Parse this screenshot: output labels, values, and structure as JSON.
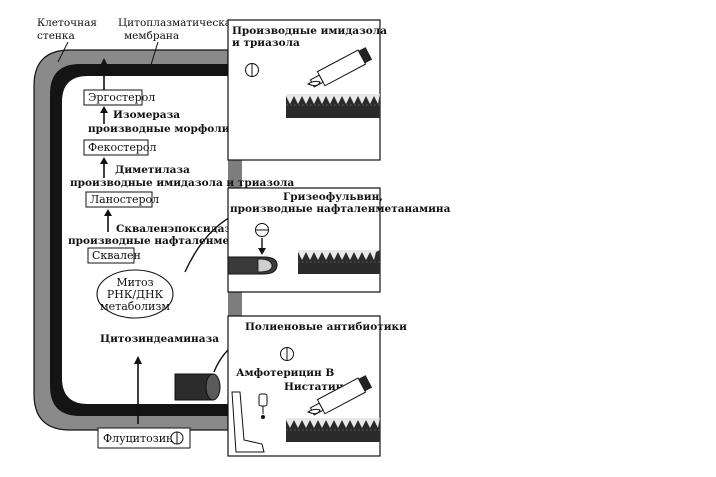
{
  "labels": {
    "cell_wall_1": "Клеточная",
    "cell_wall_2": "стенка",
    "membrane_1": "Цитоплазматическая",
    "membrane_2": "мембрана"
  },
  "pathway": {
    "ergosterol": "Эргостерол",
    "isomerase": "Изомераза",
    "morpholines": "производные морфолинов",
    "fecosterol": "Фекостерол",
    "demethylase": "Диметилаза",
    "imid_triaz_inner": "производные имидазола и триазола",
    "lanosterol": "Ланостерол",
    "squalene_epox": "Скваленэпоксидаза,",
    "naphthalen_inner": "производные нафталенметанамина",
    "squalene": "Сквален"
  },
  "mitosis": {
    "line1": "Митоз",
    "line2": "РНК/ДНК",
    "line3": "метаболизм"
  },
  "cytosine_deaminase": "Цитозиндеаминаза",
  "flucytosine": "Флуцитозин",
  "panels": {
    "azoles_1": "Производные имидазола",
    "azoles_2": "и триазола",
    "griseo_1": "Гризеофульвин,",
    "griseo_2": "производные нафталенметанамина",
    "polyene": "Полиеновые антибиотики",
    "amphotericin": "Амфотерицин В",
    "nystatin": "Нистатин"
  },
  "colors": {
    "wall": "#8a8a8a",
    "membrane": "#141414",
    "ink": "#111111",
    "skin": "#2a2a2a"
  }
}
